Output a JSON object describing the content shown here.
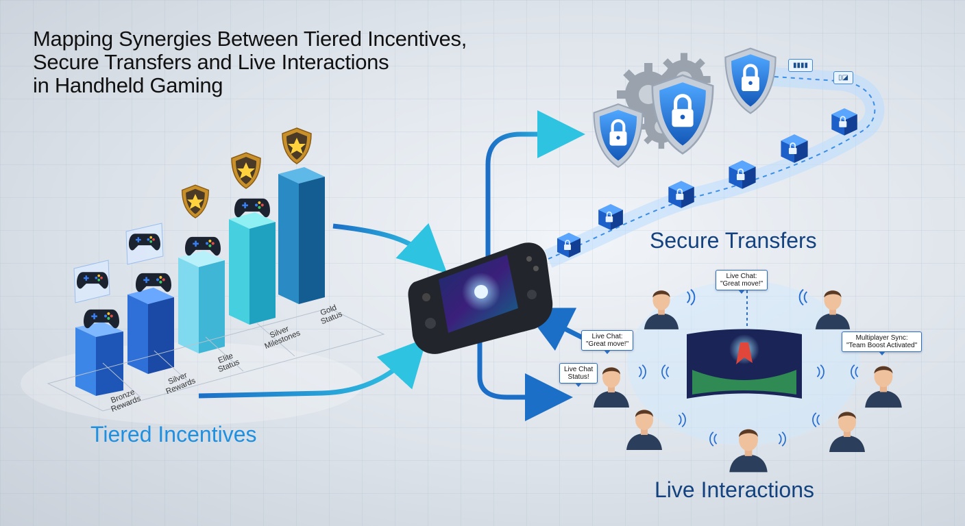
{
  "title": {
    "line1": "Mapping Synergies Between Tiered Incentives,",
    "line2": "Secure Transfers and Live Interactions",
    "line3": "in Handheld Gaming"
  },
  "sections": {
    "tiered": "Tiered Incentives",
    "secure": "Secure Transfers",
    "live": "Live Interactions"
  },
  "tiers": [
    {
      "line1": "Bronze",
      "line2": "Rewards"
    },
    {
      "line1": "Silver",
      "line2": "Rewards"
    },
    {
      "line1": "Elite",
      "line2": "Status"
    },
    {
      "line1": "Silver",
      "line2": "Milestones"
    },
    {
      "line1": "Gold",
      "line2": "Status"
    }
  ],
  "chat_bubbles": [
    {
      "line1": "Live Chat:",
      "line2": "\"Great move!\""
    },
    {
      "line1": "Live Chat:",
      "line2": "\"Great move!\""
    },
    {
      "line1": "Live Chat",
      "line2": "Status!"
    },
    {
      "line1": "Multiplayer Sync:",
      "line2": "\"Team Boost Activated\""
    }
  ],
  "device_screen_badges": [
    "▮▮▮▮",
    "▯◪"
  ],
  "colors": {
    "accent": "#1f8fe0",
    "dark_blue": "#13427e",
    "bar_blue": "#2f6fd0",
    "bar_teal": "#3cc6d8"
  },
  "icons": [
    "gamepad-icon",
    "star-badge-icon",
    "shield-lock-icon",
    "gear-icon",
    "lock-cube-icon",
    "person-avatar-icon",
    "sound-wave-icon",
    "handheld-console-icon",
    "arrow-icon"
  ]
}
